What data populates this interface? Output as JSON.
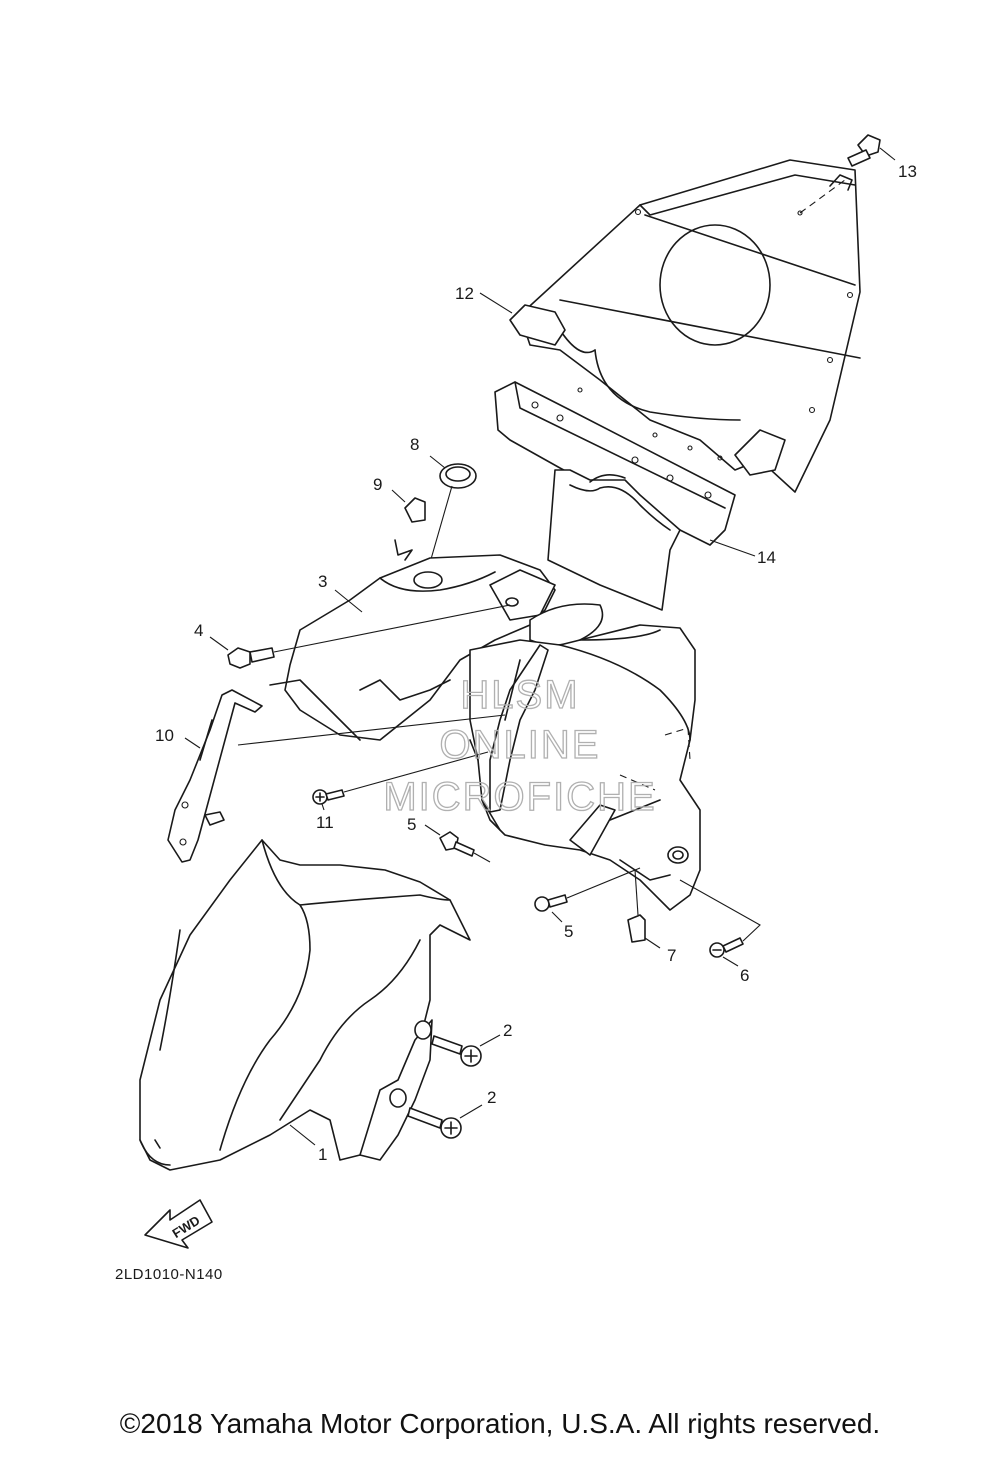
{
  "callouts": {
    "c1": "1",
    "c2a": "2",
    "c2b": "2",
    "c3": "3",
    "c4": "4",
    "c5a": "5",
    "c5b": "5",
    "c6": "6",
    "c7": "7",
    "c8": "8",
    "c9": "9",
    "c10": "10",
    "c11": "11",
    "c12": "12",
    "c13": "13",
    "c14": "14"
  },
  "diagram_code": "2LD1010-N140",
  "fwd_label": "FWD",
  "watermark": {
    "line1": "HLSM",
    "line2": "ONLINE",
    "line3": "MICROFICHE"
  },
  "copyright": "©2018 Yamaha Motor Corporation, U.S.A. All rights reserved."
}
